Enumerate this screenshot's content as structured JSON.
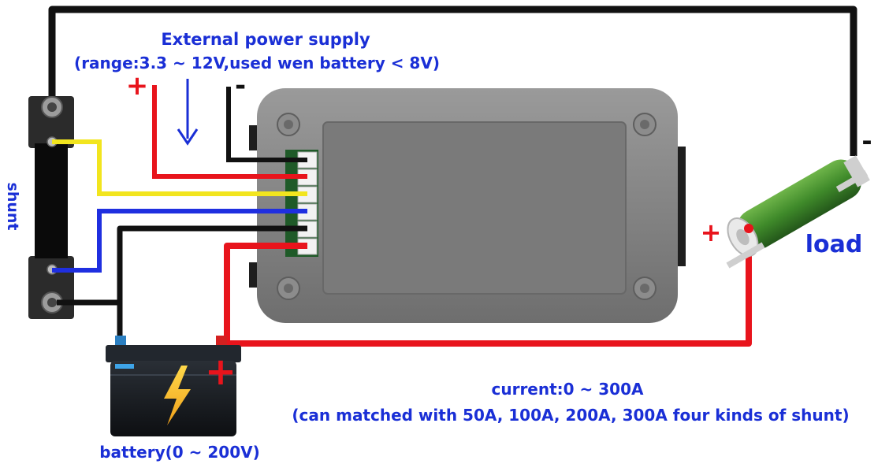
{
  "labels": {
    "ext_supply_title": "External power supply",
    "ext_supply_range": "(range:3.3 ~ 12V,used wen battery < 8V)",
    "shunt": "shunt",
    "load": "load",
    "current": "current:0 ~ 300A",
    "shunt_options": "(can matched with 50A, 100A, 200A, 300A four kinds of shunt)",
    "battery": "battery(0 ~ 200V)"
  },
  "signs": {
    "ext_plus": "+",
    "ext_minus": "-",
    "load_plus": "+",
    "load_minus": "-",
    "battery_plus": "+",
    "battery_minus": "-"
  },
  "colors": {
    "label_text": "#1a2fd6",
    "positive_wire": "#e8141c",
    "negative_wire": "#111111",
    "sense_yellow": "#f2e51e",
    "sense_blue": "#1f2fe0",
    "module_body": "#8a8a8a",
    "resistor_green": "#3f8a2a"
  },
  "icons": {
    "arrow": "down-arrow-icon",
    "battery_bolt": "lightning-bolt-icon"
  }
}
